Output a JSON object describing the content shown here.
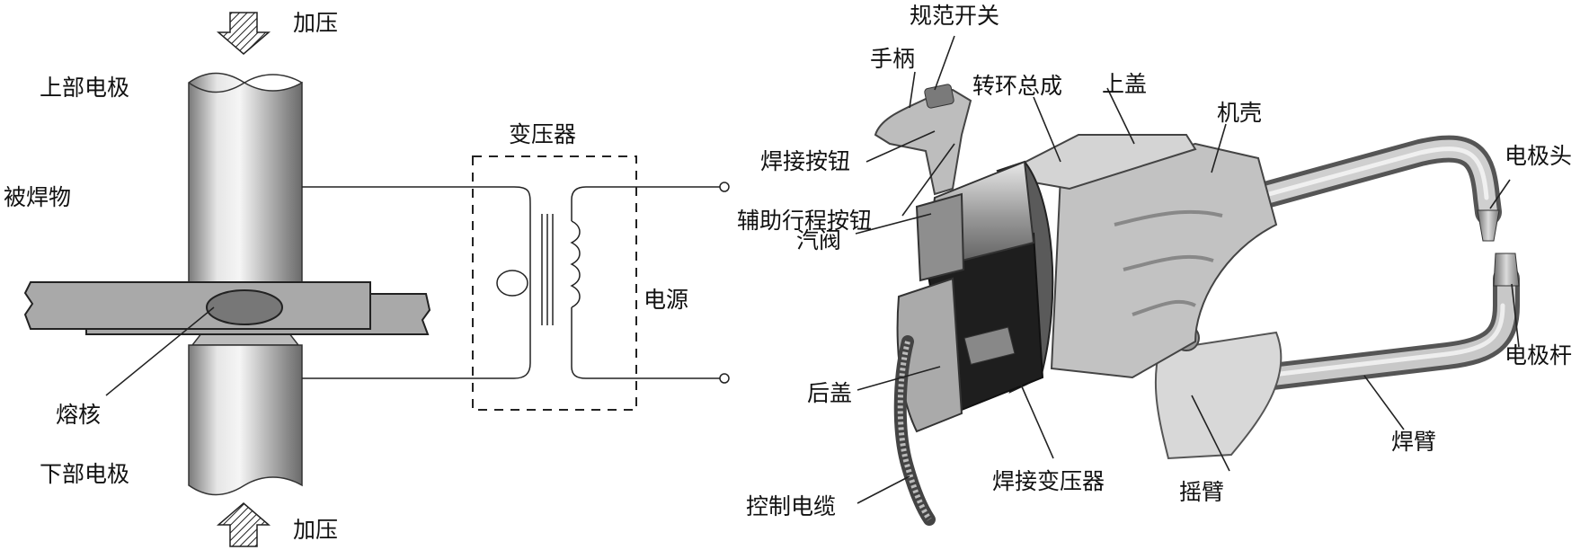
{
  "figure": {
    "left_labels": {
      "press_top": "加压",
      "press_bottom": "加压",
      "upper_electrode": "上部电极",
      "workpiece": "被焊物",
      "nugget": "熔核",
      "lower_electrode": "下部电极",
      "transformer": "变压器",
      "power_source": "电源"
    },
    "right_labels": {
      "spec_switch": "规范开关",
      "handle": "手柄",
      "swivel_assembly": "转环总成",
      "top_cover": "上盖",
      "housing": "机壳",
      "weld_button": "焊接按钮",
      "aux_stroke_button": "辅助行程按钮",
      "electrode_tip": "电极头",
      "air_valve": "汽阀",
      "electrode_rod": "电极杆",
      "rear_cover": "后盖",
      "welding_arm": "焊臂",
      "control_cable": "控制电缆",
      "welding_transformer": "焊接变压器",
      "rocker_arm": "摇臂"
    }
  }
}
